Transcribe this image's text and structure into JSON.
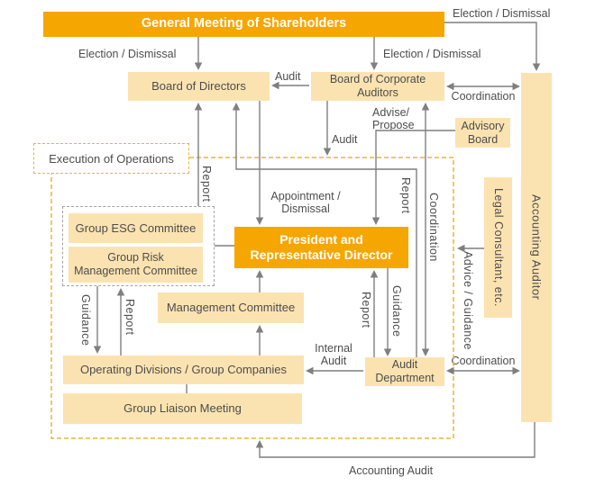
{
  "diagram": {
    "title_node": "General Meeting of Shareholders",
    "nodes": {
      "gms": "General Meeting of Shareholders",
      "bod": "Board of Directors",
      "bca": "Board of Corporate\nAuditors",
      "advisory": "Advisory\nBoard",
      "accounting_auditor": "Accounting Auditor",
      "legal": "Legal Consultant, etc.",
      "esg": "Group ESG Committee",
      "risk": "Group Risk\nManagement Committee",
      "president": "President and\nRepresentative Director",
      "mgmt": "Management Committee",
      "opdiv": "Operating Divisions / Group Companies",
      "liaison": "Group Liaison Meeting",
      "audit_dept": "Audit\nDepartment",
      "execution_label": "Execution of Operations"
    },
    "edge_labels": {
      "election_left": "Election / Dismissal",
      "election_right": "Election / Dismissal",
      "election_top": "Election / Dismissal",
      "audit_bca_bod": "Audit",
      "coordination_top": "Coordination",
      "advise_propose": "Advise/\nPropose",
      "audit_down": "Audit",
      "report_committees_bod": "Report",
      "appointment_dismissal": "Appointment /\nDismissal",
      "report_auditdept_bod": "Report",
      "coordination_mid": "Coordination",
      "advice_guidance": "Advice / Guidance",
      "report_auditdept_president": "Report",
      "guidance_president_auditdept": "Guidance",
      "guidance_committees_opdiv": "Guidance",
      "report_opdiv_committees": "Report",
      "internal_audit": "Internal\nAudit",
      "coordination_bottom": "Coordination",
      "accounting_audit": "Accounting Audit"
    },
    "colors": {
      "accent_orange": "#f6a600",
      "box_cream": "#fbe3b1",
      "line_gray": "#7f7f7f",
      "dashed_yellow": "#e8b63a",
      "dashed_gray": "#a3a3a3",
      "text_dark": "#4d4d4d",
      "text_on_orange": "#ffffff"
    }
  }
}
